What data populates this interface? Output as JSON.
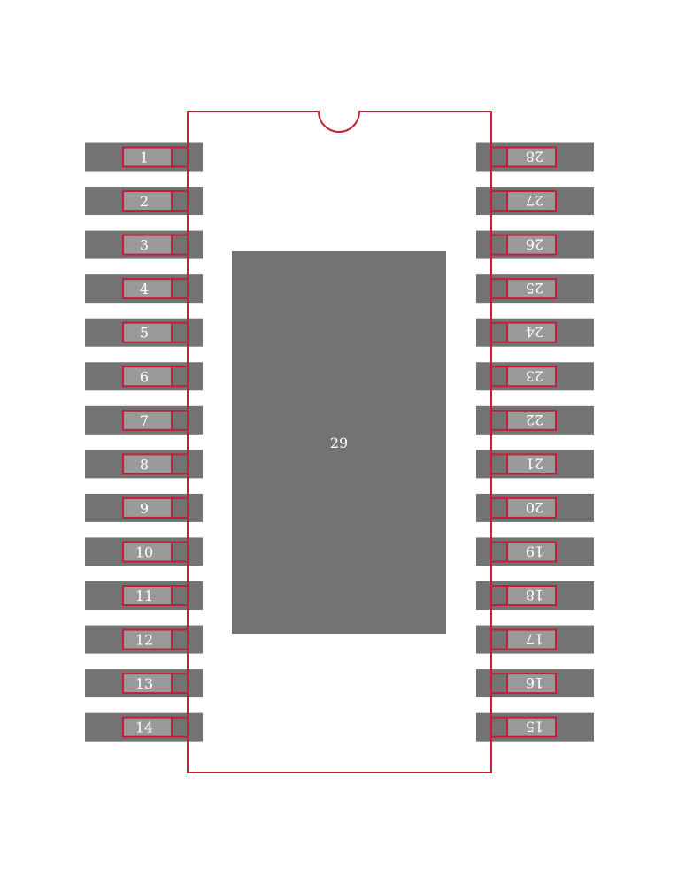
{
  "colors": {
    "background": "#ffffff",
    "pad": "#737373",
    "pin_inner": "#9a9a9a",
    "outline": "#c41e3a",
    "label": "#ffffff"
  },
  "left_pins": [
    "1",
    "2",
    "3",
    "4",
    "5",
    "6",
    "7",
    "8",
    "9",
    "10",
    "11",
    "12",
    "13",
    "14"
  ],
  "right_pins": [
    "28",
    "27",
    "26",
    "25",
    "24",
    "23",
    "22",
    "21",
    "20",
    "19",
    "18",
    "17",
    "16",
    "15"
  ],
  "thermal_pad": {
    "label": "29"
  }
}
